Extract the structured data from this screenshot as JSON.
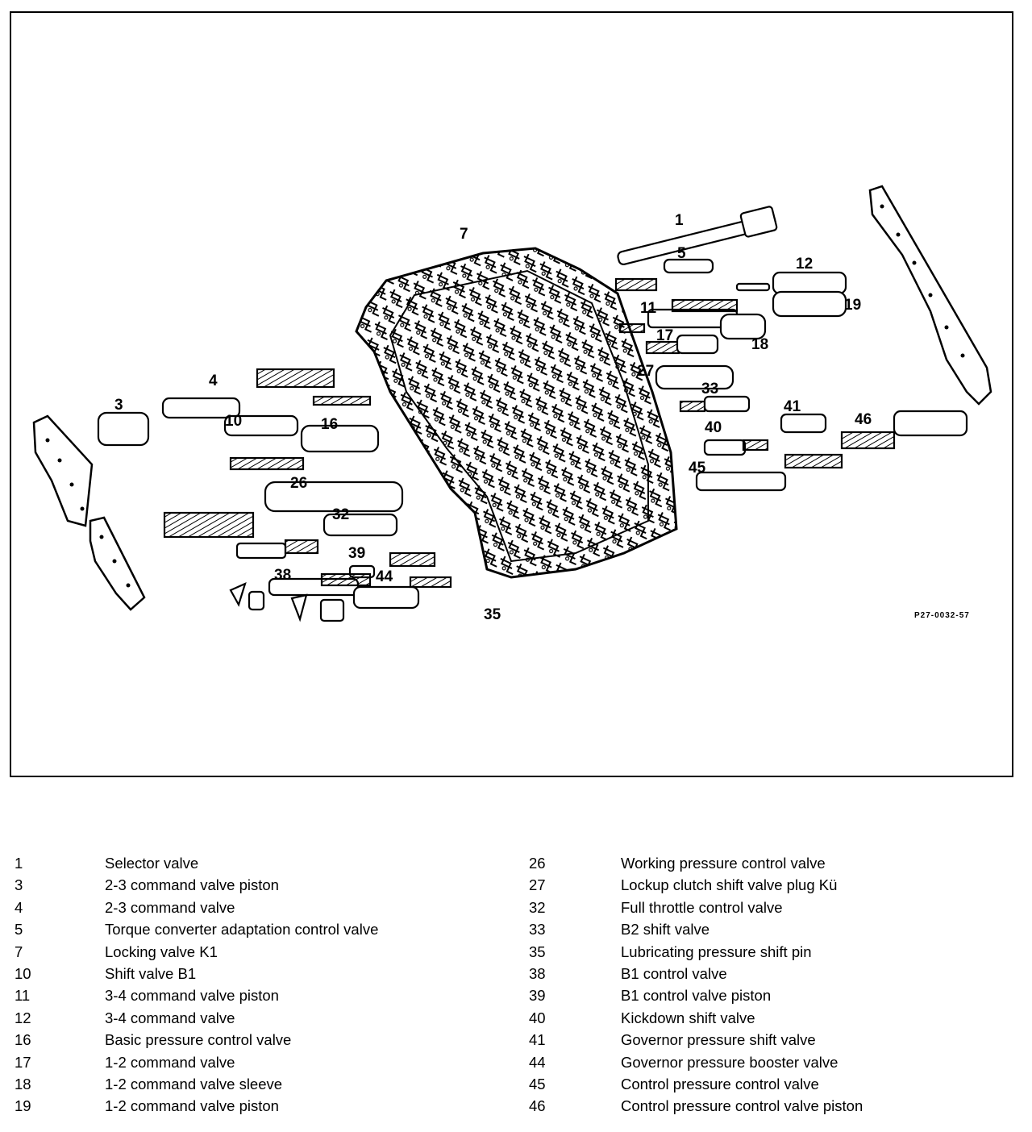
{
  "figure": {
    "reference": "P27-0032-57",
    "callouts": [
      "1",
      "3",
      "4",
      "5",
      "7",
      "10",
      "11",
      "12",
      "16",
      "17",
      "18",
      "19",
      "26",
      "27",
      "32",
      "33",
      "35",
      "38",
      "39",
      "40",
      "41",
      "44",
      "45",
      "46"
    ]
  },
  "legend": {
    "left": [
      {
        "number": "1",
        "label": "Selector valve"
      },
      {
        "number": "3",
        "label": "2-3 command valve piston"
      },
      {
        "number": "4",
        "label": "2-3 command valve"
      },
      {
        "number": "5",
        "label": "Torque converter adaptation control valve"
      },
      {
        "number": "7",
        "label": "Locking valve K1"
      },
      {
        "number": "10",
        "label": "Shift valve B1"
      },
      {
        "number": "11",
        "label": "3-4 command valve piston"
      },
      {
        "number": "12",
        "label": "3-4 command valve"
      },
      {
        "number": "16",
        "label": "Basic pressure control valve"
      },
      {
        "number": "17",
        "label": "1-2 command valve"
      },
      {
        "number": "18",
        "label": "1-2 command valve sleeve"
      },
      {
        "number": "19",
        "label": "1-2 command valve piston"
      }
    ],
    "right": [
      {
        "number": "26",
        "label": "Working pressure control valve"
      },
      {
        "number": "27",
        "label": "Lockup clutch shift valve plug Kü"
      },
      {
        "number": "32",
        "label": "Full throttle control valve"
      },
      {
        "number": "33",
        "label": "B2 shift valve"
      },
      {
        "number": "35",
        "label": "Lubricating pressure shift pin"
      },
      {
        "number": "38",
        "label": "B1 control valve"
      },
      {
        "number": "39",
        "label": "B1 control valve piston"
      },
      {
        "number": "40",
        "label": "Kickdown shift valve"
      },
      {
        "number": "41",
        "label": "Governor pressure shift valve"
      },
      {
        "number": "44",
        "label": "Governor pressure booster valve"
      },
      {
        "number": "45",
        "label": "Control pressure control valve"
      },
      {
        "number": "46",
        "label": "Control pressure control valve piston"
      }
    ]
  }
}
